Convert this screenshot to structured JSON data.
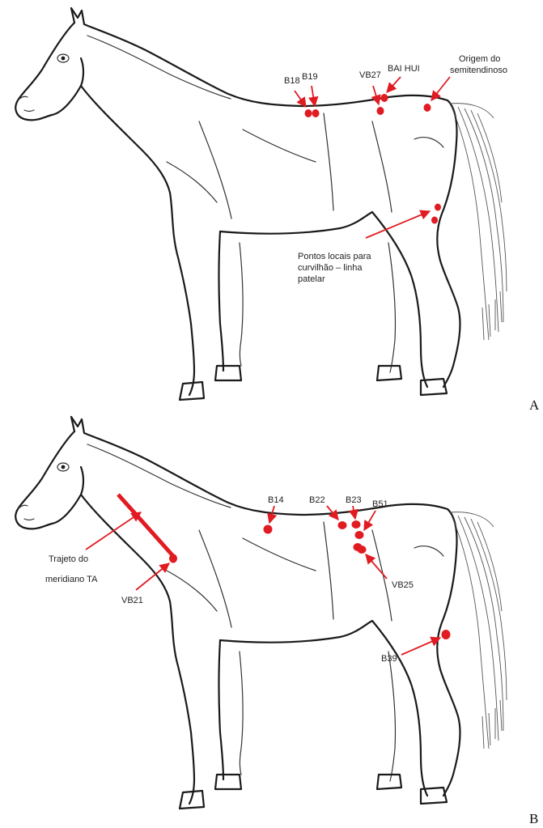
{
  "colors": {
    "marker": "#e11b22",
    "ink": "#1a1a1a",
    "label": "#222222"
  },
  "panels": [
    {
      "letter": "A",
      "labels": {
        "b18": "B18",
        "b19": "B19",
        "vb27": "VB27",
        "bai_hui": "BAI HUI",
        "origem_1": "Origem do",
        "origem_2": "semitendinoso",
        "pontos_1": "Pontos locais para",
        "pontos_2": "curvilhão – linha",
        "pontos_3": "patelar"
      }
    },
    {
      "letter": "B",
      "labels": {
        "b14": "B14",
        "b22": "B22",
        "b23": "B23",
        "b51": "B51",
        "vb25": "VB25",
        "vb21": "VB21",
        "b39": "B39",
        "trajeto_1": "Trajeto do",
        "trajeto_2": "meridiano TA"
      }
    }
  ]
}
